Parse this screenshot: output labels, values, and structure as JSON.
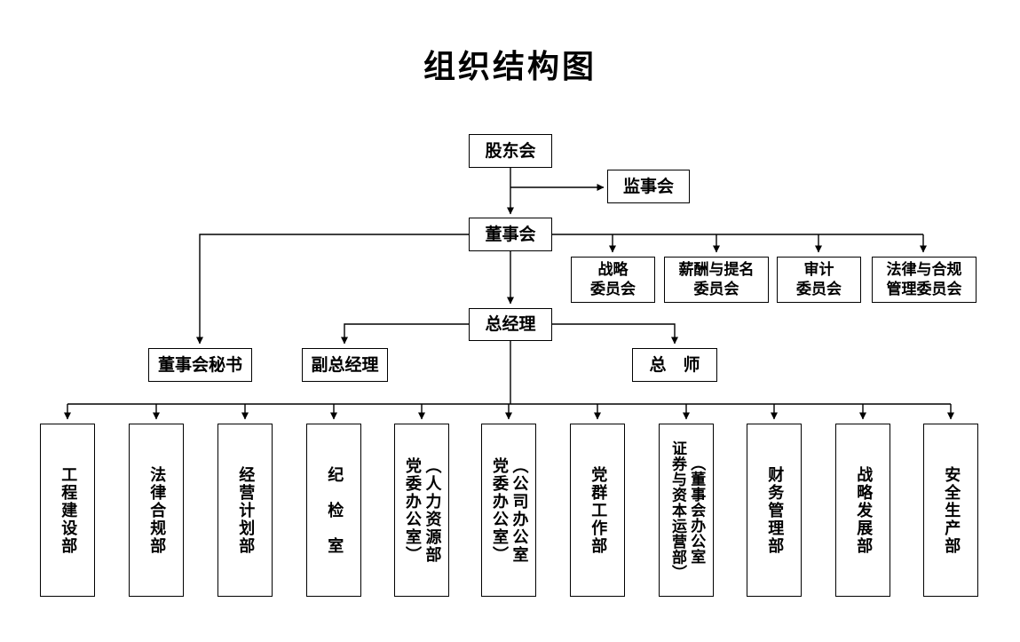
{
  "title": "组织结构图",
  "nodes": {
    "shareholders": {
      "label": "股东会"
    },
    "supervisory_board": {
      "label": "监事会"
    },
    "board_of_directors": {
      "label": "董事会"
    },
    "general_manager": {
      "label": "总经理"
    },
    "board_secretary": {
      "label": "董事会秘书"
    },
    "deputy_general_manager": {
      "label": "副总经理"
    },
    "chief_engineer": {
      "label": "总　师"
    }
  },
  "committees": [
    {
      "label": "战略\n委员会"
    },
    {
      "label": "薪酬与提名\n委员会"
    },
    {
      "label": "审计\n委员会"
    },
    {
      "label": "法律与合规\n管理委员会"
    }
  ],
  "departments": [
    {
      "label": "工程建设部"
    },
    {
      "label": "法律合规部"
    },
    {
      "label": "经营计划部"
    },
    {
      "label": "纪　检　室"
    },
    {
      "label": "（人力资源部\n党委办公室）"
    },
    {
      "label": "（公司办公室\n党委办公室）"
    },
    {
      "label": "党群工作部"
    },
    {
      "label": "（董事会办公室\n证券与资本运营部）"
    },
    {
      "label": "财务管理部"
    },
    {
      "label": "战略发展部"
    },
    {
      "label": "安全生产部"
    }
  ],
  "colors": {
    "line": "#000000",
    "border": "#000000",
    "text": "#000000",
    "background": "#ffffff"
  }
}
